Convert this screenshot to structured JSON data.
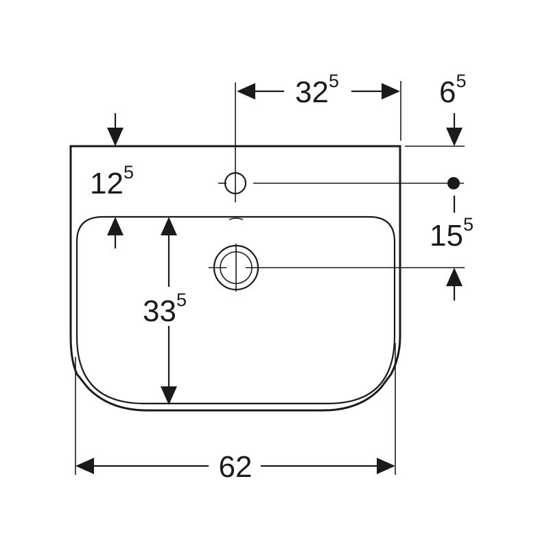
{
  "dimensions": {
    "overall_width": {
      "main": "62",
      "sup": ""
    },
    "tap_hole_offset": {
      "main": "32",
      "sup": "5"
    },
    "top_offset": {
      "main": "6",
      "sup": "5"
    },
    "rim_depth": {
      "main": "12",
      "sup": "5"
    },
    "drain_offset": {
      "main": "15",
      "sup": "5"
    },
    "bowl_depth": {
      "main": "33",
      "sup": "5"
    }
  },
  "colors": {
    "ink": "#1a1a1a",
    "background": "#ffffff"
  }
}
